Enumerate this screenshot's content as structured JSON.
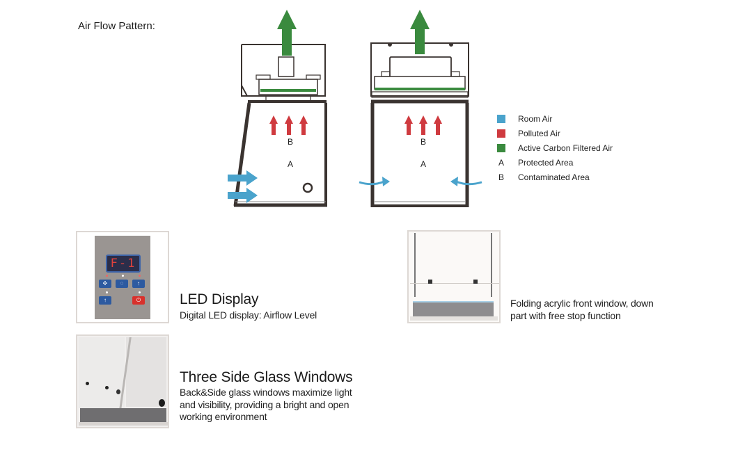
{
  "header": {
    "title": "Air Flow Pattern:"
  },
  "colors": {
    "room_air": "#4aa3cc",
    "polluted_air": "#cf3a3f",
    "filtered_air": "#3a8a3e",
    "frame": "#3a3330",
    "led_panel": "#9a9592",
    "led_button": "#2d5aa0",
    "led_power": "#d8312c",
    "led_digit": "#e0423c"
  },
  "diagrams": [
    {
      "name": "side-view",
      "label_b": "B",
      "label_a": "A"
    },
    {
      "name": "front-view",
      "label_b": "B",
      "label_a": "A"
    }
  ],
  "legend": {
    "items": [
      {
        "key_type": "swatch",
        "color_ref": "room_air",
        "label": "Room Air"
      },
      {
        "key_type": "swatch",
        "color_ref": "polluted_air",
        "label": "Polluted Air"
      },
      {
        "key_type": "swatch",
        "color_ref": "filtered_air",
        "label": "Active Carbon Filtered Air"
      },
      {
        "key_type": "letter",
        "key": "A",
        "label": "Protected Area"
      },
      {
        "key_type": "letter",
        "key": "B",
        "label": "Contaminated Area"
      }
    ]
  },
  "features": [
    {
      "title": "LED Display",
      "desc": "Digital LED display: Airflow Level",
      "led_readout": "F-1"
    },
    {
      "title": "",
      "desc_lines": [
        "Folding acrylic front window, down",
        "part with free stop function"
      ]
    },
    {
      "title": "Three Side Glass Windows",
      "desc_lines": [
        "Back&Side glass windows maximize light",
        "and visibility, providing a bright and open",
        "working environment"
      ]
    }
  ]
}
